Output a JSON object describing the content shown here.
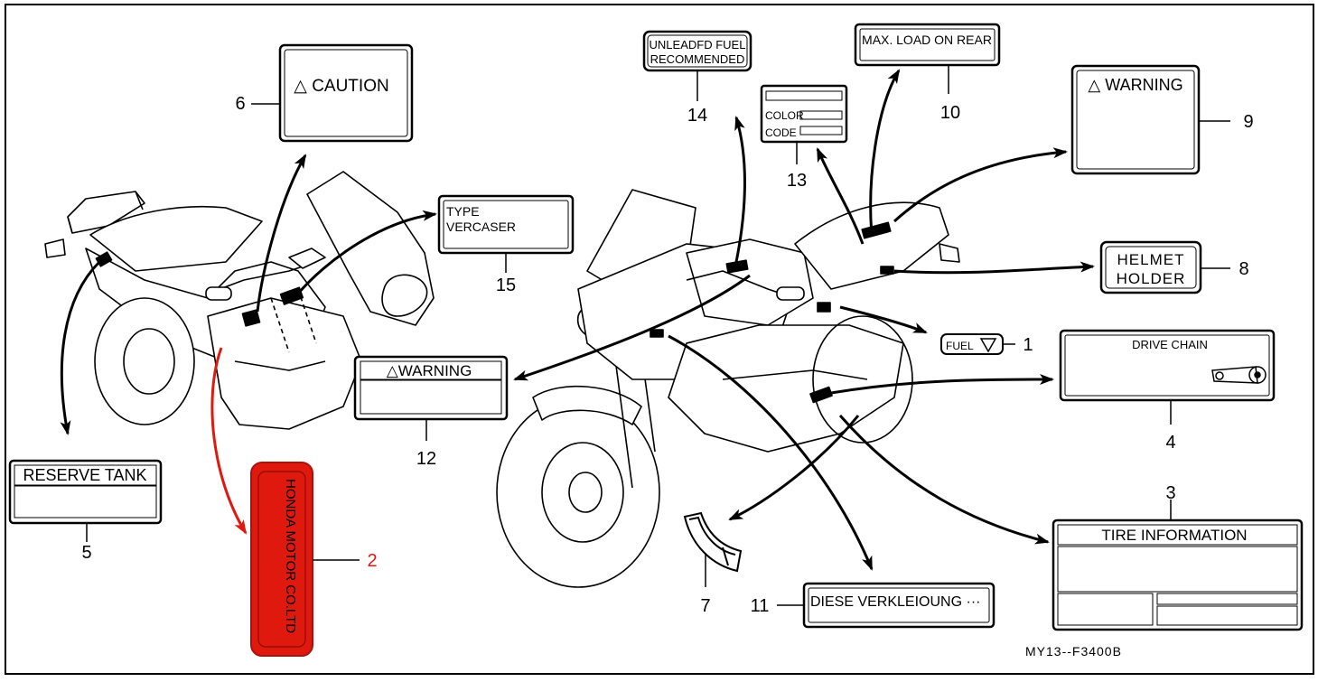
{
  "colors": {
    "ink": "#000000",
    "highlight": "#e0190f",
    "background": "#ffffff"
  },
  "labels": {
    "caution": {
      "number": "6",
      "text": "△ CAUTION"
    },
    "type": {
      "number": "15",
      "line1": "TYPE",
      "line2": "VERCASER"
    },
    "warning_12": {
      "number": "12",
      "text": "△WARNING"
    },
    "reserve": {
      "number": "5",
      "text": "RESERVE TANK"
    },
    "honda": {
      "number": "2",
      "text": "HONDA MOTOR CO.LTD"
    },
    "unleaded": {
      "number": "14",
      "line1": "UNLEADFD FUEL",
      "line2": "RECOMMENDED"
    },
    "color_code": {
      "number": "13",
      "line1": "COLOR",
      "line2": "CODE"
    },
    "max_load": {
      "number": "10",
      "text": "MAX. LOAD ON REAR"
    },
    "warning_9": {
      "number": "9",
      "text": "△ WARNING"
    },
    "helmet": {
      "number": "8",
      "line1": "HELMET",
      "line2": "HOLDER"
    },
    "fuel": {
      "number": "1",
      "text": "FUEL"
    },
    "drive_chain": {
      "number": "4",
      "text": "DRIVE CHAIN"
    },
    "tire": {
      "number": "3",
      "text": "TIRE  INFORMATION"
    },
    "rim": {
      "number": "7"
    },
    "diese": {
      "number": "11",
      "text": "DIESE VERKLEIOUNG ···"
    }
  },
  "figure_code": "MY13--F3400B"
}
